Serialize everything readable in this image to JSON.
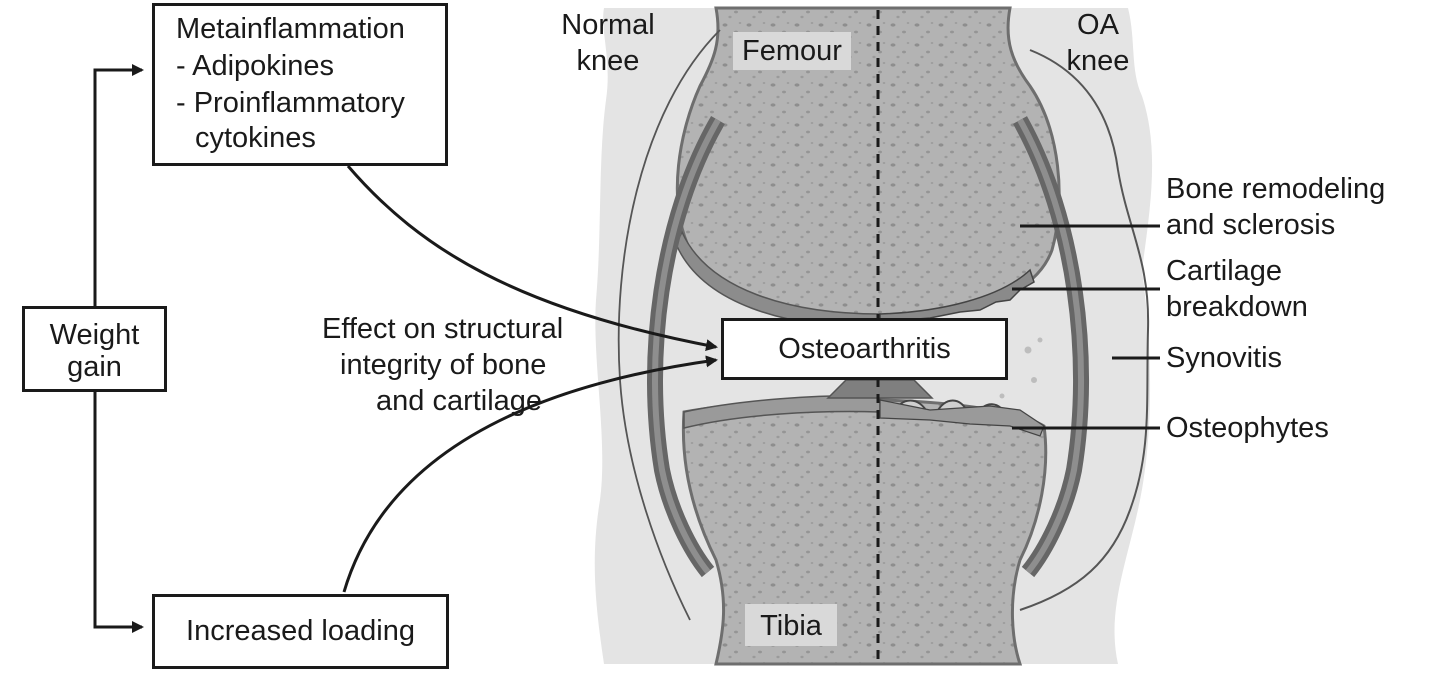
{
  "boxes": {
    "metainflammation": {
      "title": "Metainflammation",
      "line1": "- Adipokines",
      "line2": "- Proinflammatory",
      "line3": "cytokines"
    },
    "weight_gain": {
      "line1": "Weight",
      "line2": "gain"
    },
    "increased_loading": "Increased loading",
    "osteoarthritis": "Osteoarthritis"
  },
  "effect_label": {
    "line1": "Effect on structural",
    "line2": "integrity of bone",
    "line3": "and cartilage"
  },
  "knee": {
    "normal_label": {
      "line1": "Normal",
      "line2": "knee"
    },
    "oa_label": {
      "line1": "OA",
      "line2": "knee"
    },
    "femour": "Femour",
    "tibia": "Tibia"
  },
  "annotations": {
    "bone_remodeling": {
      "line1": "Bone remodeling",
      "line2": "and sclerosis"
    },
    "cartilage_breakdown": {
      "line1": "Cartilage",
      "line2": "breakdown"
    },
    "synovitis": "Synovitis",
    "osteophytes": "Osteophytes"
  },
  "colors": {
    "line": "#1a1a1a",
    "capsule": "#e6e6e6",
    "bone": "#b5b5b5",
    "cartilage": "#8a8a8a",
    "ligament": "#6e6e6e"
  }
}
